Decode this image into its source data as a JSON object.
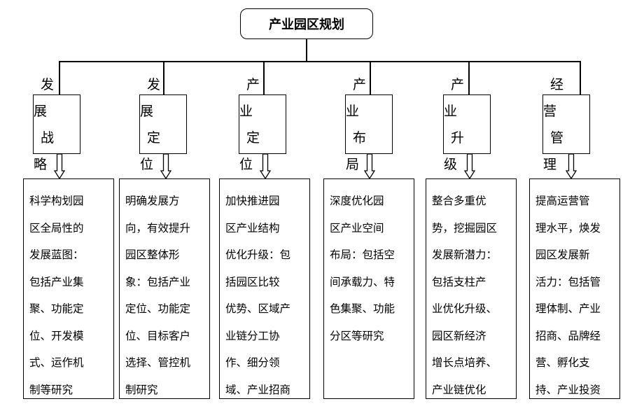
{
  "root": {
    "label": "产业园区规划"
  },
  "columns": [
    {
      "cat_lines": [
        "发展",
        "战略"
      ],
      "detail_lines": [
        "科学构划园",
        "区全局性的",
        "发展蓝图：",
        "包括产业集",
        "聚、功能定",
        "位、开发模",
        "式、运作机",
        "制等研究"
      ]
    },
    {
      "cat_lines": [
        "发展",
        "定位"
      ],
      "detail_lines": [
        "明确发展方",
        "向，有效提升",
        "园区整体形",
        "象：包括产业",
        "定位、功能定",
        "位、目标客户",
        "选择、管控机",
        "制研究"
      ]
    },
    {
      "cat_lines": [
        "产业",
        "定位"
      ],
      "detail_lines": [
        "加快推进园",
        "区产业结构",
        "优化升级：包",
        "括园区比较",
        "优势、区域产",
        "业链分工协",
        "作、细分领",
        "域、产业招商"
      ]
    },
    {
      "cat_lines": [
        "产业",
        "布局"
      ],
      "detail_lines": [
        "深度优化园",
        "区产业空间",
        "布局：包括空",
        "间承载力、特",
        "色集聚、功能",
        "分区等研究"
      ]
    },
    {
      "cat_lines": [
        "产业",
        "升级"
      ],
      "detail_lines": [
        "整合多重优",
        "势，挖掘园区",
        "发展新潜力：",
        "包括支柱产",
        "业优化升级、",
        "园区新经济",
        "增长点培养、",
        "产业链优化"
      ]
    },
    {
      "cat_lines": [
        "经营",
        "管理"
      ],
      "detail_lines": [
        "提高运营管",
        "理水平，焕发",
        "园区发展新",
        "活力：包括管",
        "理体制、产业",
        "招商、品牌经",
        "营、孵化支",
        "持、产业投资"
      ]
    }
  ]
}
